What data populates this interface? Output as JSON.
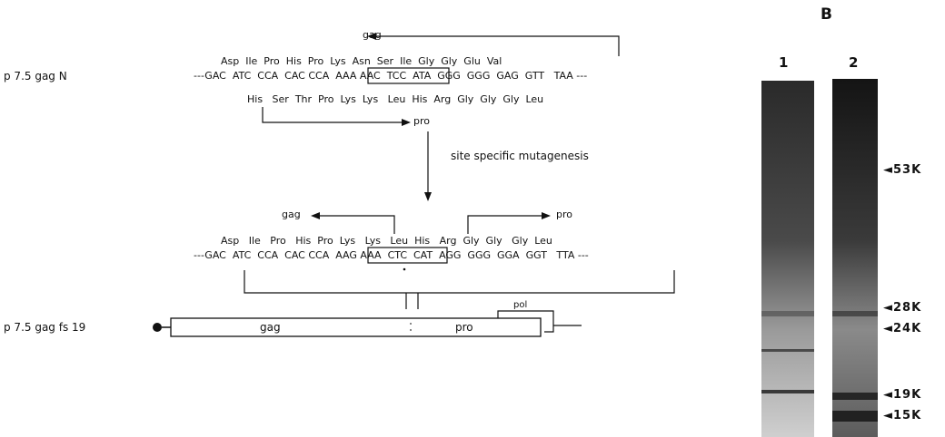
{
  "construct_top": {
    "name": "p 7.5 gag N",
    "gag_label": "gag",
    "pro_label": "pro",
    "aa_top": "Asp  Ile  Pro  His  Pro  Lys  Asn  Ser  Ile  Gly  Gly  Glu  Val",
    "dna": "---GAC  ATC  CCA  CAC CCA  AAA AAC  TCC  ATA  GGG  GGG  GAG  GTT   TAA ---",
    "aa_bottom": "His   Ser  Thr  Pro  Lys  Lys   Leu  His  Arg  Gly  Gly  Gly  Leu"
  },
  "mutagenesis_label": "site specific mutagenesis",
  "construct_mut": {
    "name": "p 7.5 gag fs 19",
    "gag_label": "gag",
    "pro_label": "pro",
    "aa_top": "Asp   Ile   Pro   His  Pro  Lys   Lys   Leu  His   Arg  Gly  Gly   Gly  Leu",
    "dna": "---GAC  ATC  CCA  CAC CCA  AAG AAA  CTC  CAT  AGG  GGG  GGA  GGT   TTA ---",
    "box_gag_label": "gag",
    "box_pro_label": "pro",
    "box_pol_label": "pol"
  },
  "panel_b": {
    "panel_label": "B",
    "lanes": [
      "1",
      "2"
    ],
    "markers": [
      "◄53K",
      "◄28K",
      "◄24K",
      "◄19K",
      "◄15K"
    ]
  }
}
